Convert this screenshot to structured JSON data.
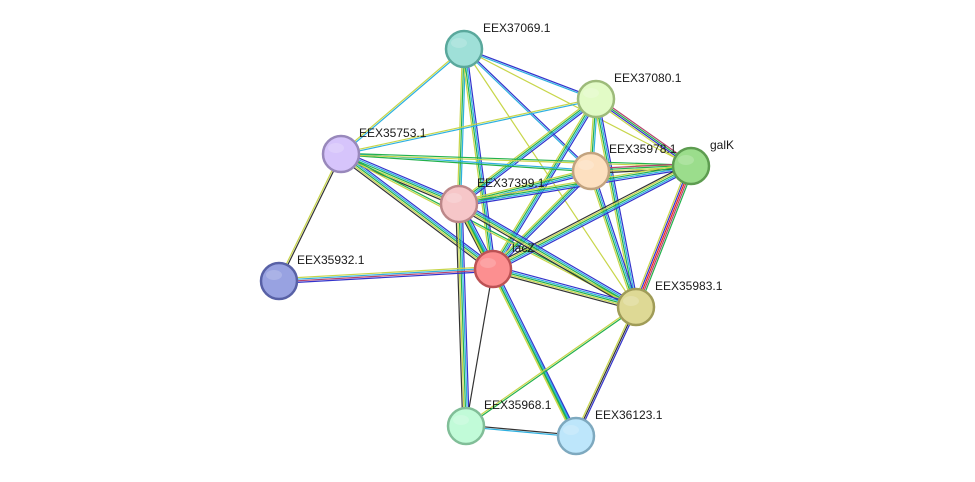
{
  "network": {
    "nodes": [
      {
        "id": "EEX37069.1",
        "label": "EEX37069.1",
        "fill": "#9fe0d8",
        "stroke": "#5aa89c"
      },
      {
        "id": "EEX37080.1",
        "label": "EEX37080.1",
        "fill": "#e2fbc6",
        "stroke": "#9dbb7a"
      },
      {
        "id": "EEX35753.1",
        "label": "EEX35753.1",
        "fill": "#d6c4fb",
        "stroke": "#9888bb"
      },
      {
        "id": "EEX35978.1",
        "label": "EEX35978.1",
        "fill": "#fde0c0",
        "stroke": "#c2a37f"
      },
      {
        "id": "galK",
        "label": "galK",
        "fill": "#9bdd8c",
        "stroke": "#5d9c50"
      },
      {
        "id": "EEX37399.1",
        "label": "EEX37399.1",
        "fill": "#f6c6c8",
        "stroke": "#bc8789"
      },
      {
        "id": "lacZ",
        "label": "lacZ",
        "fill": "#fc8f90",
        "stroke": "#bc5254"
      },
      {
        "id": "EEX35932.1",
        "label": "EEX35932.1",
        "fill": "#98a2e1",
        "stroke": "#5861a6"
      },
      {
        "id": "EEX35983.1",
        "label": "EEX35983.1",
        "fill": "#ded995",
        "stroke": "#a09c58"
      },
      {
        "id": "EEX35968.1",
        "label": "EEX35968.1",
        "fill": "#c1fbd8",
        "stroke": "#81be98"
      },
      {
        "id": "EEX36123.1",
        "label": "EEX36123.1",
        "fill": "#bde6fb",
        "stroke": "#7ea9bf"
      }
    ],
    "edges": [
      {
        "source": "EEX37069.1",
        "target": "EEX37080.1",
        "colors": [
          "#3333cc",
          "#2db0e0"
        ]
      },
      {
        "source": "EEX37069.1",
        "target": "EEX35753.1",
        "colors": [
          "#2db0e0",
          "#c8d64a"
        ]
      },
      {
        "source": "EEX37069.1",
        "target": "EEX35978.1",
        "colors": [
          "#3333cc",
          "#2db0e0"
        ]
      },
      {
        "source": "EEX37069.1",
        "target": "EEX37399.1",
        "colors": [
          "#2db0e0",
          "#22b14c",
          "#c8d64a"
        ]
      },
      {
        "source": "EEX37069.1",
        "target": "lacZ",
        "colors": [
          "#3333cc",
          "#2db0e0",
          "#22b14c",
          "#c8d64a"
        ]
      },
      {
        "source": "EEX37069.1",
        "target": "galK",
        "colors": [
          "#c8d64a"
        ]
      },
      {
        "source": "EEX37069.1",
        "target": "EEX35983.1",
        "colors": [
          "#c8d64a"
        ]
      },
      {
        "source": "EEX37080.1",
        "target": "EEX35753.1",
        "colors": [
          "#2db0e0",
          "#c8d64a"
        ]
      },
      {
        "source": "EEX37080.1",
        "target": "galK",
        "colors": [
          "#b5446e",
          "#22b14c",
          "#3333cc",
          "#c8d64a"
        ]
      },
      {
        "source": "EEX37080.1",
        "target": "EEX35978.1",
        "colors": [
          "#2db0e0",
          "#22b14c",
          "#c8d64a"
        ]
      },
      {
        "source": "EEX37080.1",
        "target": "EEX37399.1",
        "colors": [
          "#3333cc",
          "#2db0e0",
          "#22b14c",
          "#c8d64a"
        ]
      },
      {
        "source": "EEX37080.1",
        "target": "lacZ",
        "colors": [
          "#3333cc",
          "#2db0e0",
          "#22b14c",
          "#c8d64a"
        ]
      },
      {
        "source": "EEX37080.1",
        "target": "EEX35983.1",
        "colors": [
          "#3333cc",
          "#2db0e0",
          "#22b14c",
          "#c8d64a"
        ]
      },
      {
        "source": "EEX35753.1",
        "target": "EEX35978.1",
        "colors": [
          "#2db0e0",
          "#22b14c"
        ]
      },
      {
        "source": "EEX35753.1",
        "target": "galK",
        "colors": [
          "#22b14c",
          "#c8d64a"
        ]
      },
      {
        "source": "EEX35753.1",
        "target": "EEX37399.1",
        "colors": [
          "#3333cc",
          "#2db0e0",
          "#22b14c",
          "#c8d64a",
          "#333333"
        ]
      },
      {
        "source": "EEX35753.1",
        "target": "lacZ",
        "colors": [
          "#3333cc",
          "#2db0e0",
          "#22b14c",
          "#c8d64a",
          "#333333"
        ]
      },
      {
        "source": "EEX35753.1",
        "target": "EEX35932.1",
        "colors": [
          "#333333",
          "#c8d64a"
        ]
      },
      {
        "source": "EEX35753.1",
        "target": "EEX35983.1",
        "colors": [
          "#22b14c",
          "#c8d64a"
        ]
      },
      {
        "source": "EEX35978.1",
        "target": "galK",
        "colors": [
          "#b5446e",
          "#22b14c",
          "#c8d64a",
          "#333333"
        ]
      },
      {
        "source": "EEX35978.1",
        "target": "EEX37399.1",
        "colors": [
          "#3333cc",
          "#2db0e0",
          "#22b14c",
          "#c8d64a"
        ]
      },
      {
        "source": "EEX35978.1",
        "target": "lacZ",
        "colors": [
          "#3333cc",
          "#2db0e0",
          "#22b14c",
          "#c8d64a"
        ]
      },
      {
        "source": "EEX35978.1",
        "target": "EEX35983.1",
        "colors": [
          "#3333cc",
          "#2db0e0",
          "#22b14c",
          "#c8d64a"
        ]
      },
      {
        "source": "galK",
        "target": "EEX37399.1",
        "colors": [
          "#3333cc",
          "#2db0e0",
          "#22b14c",
          "#c8d64a"
        ]
      },
      {
        "source": "galK",
        "target": "lacZ",
        "colors": [
          "#3333cc",
          "#2db0e0",
          "#22b14c",
          "#c8d64a",
          "#333333"
        ]
      },
      {
        "source": "galK",
        "target": "EEX35983.1",
        "colors": [
          "#22b14c",
          "#b5446e",
          "#ee2222",
          "#3333cc",
          "#c8d64a"
        ]
      },
      {
        "source": "EEX37399.1",
        "target": "lacZ",
        "colors": [
          "#3333cc",
          "#2db0e0",
          "#22b14c",
          "#c8d64a",
          "#333333"
        ]
      },
      {
        "source": "EEX37399.1",
        "target": "EEX35983.1",
        "colors": [
          "#3333cc",
          "#2db0e0",
          "#22b14c",
          "#c8d64a",
          "#333333"
        ]
      },
      {
        "source": "EEX37399.1",
        "target": "EEX35968.1",
        "colors": [
          "#3333cc",
          "#2db0e0",
          "#22b14c",
          "#c8d64a",
          "#333333"
        ]
      },
      {
        "source": "EEX37399.1",
        "target": "EEX36123.1",
        "colors": [
          "#2db0e0",
          "#22b14c",
          "#c8d64a"
        ]
      },
      {
        "source": "lacZ",
        "target": "EEX35932.1",
        "colors": [
          "#3333cc",
          "#b5446e",
          "#2db0e0",
          "#c8d64a"
        ]
      },
      {
        "source": "lacZ",
        "target": "EEX35983.1",
        "colors": [
          "#3333cc",
          "#2db0e0",
          "#22b14c",
          "#c8d64a",
          "#333333"
        ]
      },
      {
        "source": "lacZ",
        "target": "EEX35968.1",
        "colors": [
          "#333333"
        ]
      },
      {
        "source": "lacZ",
        "target": "EEX36123.1",
        "colors": [
          "#3333cc",
          "#2db0e0",
          "#22b14c",
          "#c8d64a"
        ]
      },
      {
        "source": "EEX35983.1",
        "target": "EEX35968.1",
        "colors": [
          "#22b14c",
          "#c8d64a"
        ]
      },
      {
        "source": "EEX35983.1",
        "target": "EEX36123.1",
        "colors": [
          "#3333cc",
          "#333333",
          "#c8d64a"
        ]
      },
      {
        "source": "EEX35968.1",
        "target": "EEX36123.1",
        "colors": [
          "#333333",
          "#2db0e0"
        ]
      }
    ]
  }
}
